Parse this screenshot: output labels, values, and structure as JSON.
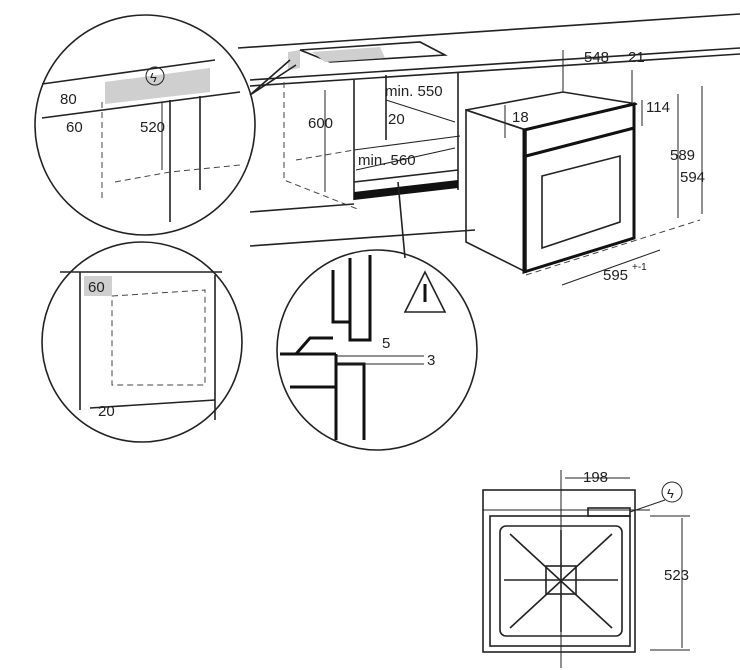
{
  "diagram": {
    "title": "Oven built-in installation dimensions",
    "detail_top_left": {
      "height_80": "80",
      "depth_60": "60",
      "height_520": "520",
      "icon": "lightning-icon"
    },
    "cabinet": {
      "height_600": "600",
      "min_550": "min. 550",
      "gap_20": "20",
      "min_560": "min. 560"
    },
    "oven": {
      "depth_548": "548",
      "panel_21": "21",
      "panel_114": "114",
      "top_18": "18",
      "height_589": "589",
      "height_594": "594",
      "width_595": "595",
      "width_tolerance": "+-1"
    },
    "detail_left": {
      "top_60": "60",
      "bottom_20": "20"
    },
    "detail_gap": {
      "gap_5": "5",
      "gap_3": "3",
      "icon": "warning-icon"
    },
    "rear_view": {
      "offset_198": "198",
      "height_523": "523",
      "icon": "lightning-icon"
    }
  }
}
